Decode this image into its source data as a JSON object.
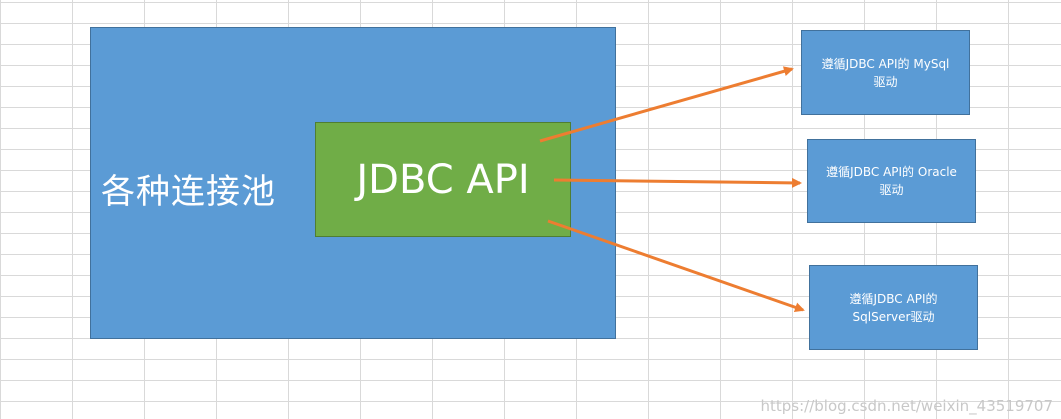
{
  "pool": {
    "label": "各种连接池"
  },
  "api": {
    "label": "JDBC API"
  },
  "drivers": [
    {
      "line1": "遵循JDBC API的 MySql",
      "line2": "驱动"
    },
    {
      "line1": "遵循JDBC API的 Oracle",
      "line2": "驱动"
    },
    {
      "line1": "遵循JDBC API的",
      "line2": "SqlServer驱动"
    }
  ],
  "colors": {
    "pool_fill": "#5b9bd5",
    "api_fill": "#70ad47",
    "arrow": "#ed7d31"
  },
  "watermark": "https://blog.csdn.net/weixin_43519707"
}
